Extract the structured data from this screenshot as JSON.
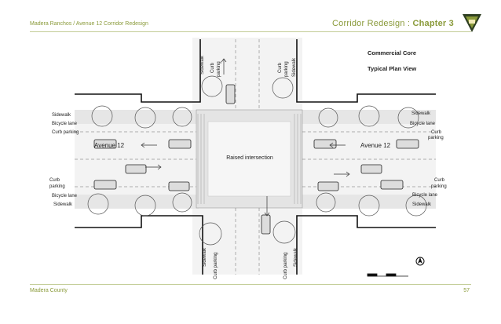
{
  "header": {
    "left_title": "Madera Ranchos / Avenue 12 Corridor Redesign",
    "right_title_prefix": "Corridor Redesign : ",
    "right_title_bold": "Chapter 3"
  },
  "footer": {
    "left": "Madera County",
    "page_number": "57"
  },
  "plan": {
    "title_line1": "Commercial Core",
    "title_line2": "Typical Plan View",
    "center_label": "Raised intersection",
    "road_label_left": "Avenue 12",
    "road_label_right": "Avenue 12",
    "left_upper": [
      "Sidewalk",
      "Bicycle lane",
      "Curb parking"
    ],
    "left_lower": [
      "Curb",
      "parking",
      "Bicycle lane",
      "Sidewalk"
    ],
    "right_upper": [
      "Sidewalk",
      "Bicycle lane",
      "Curb",
      "parking"
    ],
    "right_lower": [
      "Curb",
      "parking",
      "Bicycle lane",
      "Sidewalk"
    ],
    "north_top_left": [
      "Sidewalk",
      "Curb",
      "parking"
    ],
    "north_top_right": [
      "Curb",
      "parking",
      "Sidewalk"
    ],
    "south_bottom_left": [
      "Sidewalk",
      "Curb parking"
    ],
    "south_bottom_right": [
      "Curb parking",
      "Sidewalk"
    ]
  },
  "colors": {
    "accent": "#8a9a3a",
    "rule": "#c2cc96"
  }
}
